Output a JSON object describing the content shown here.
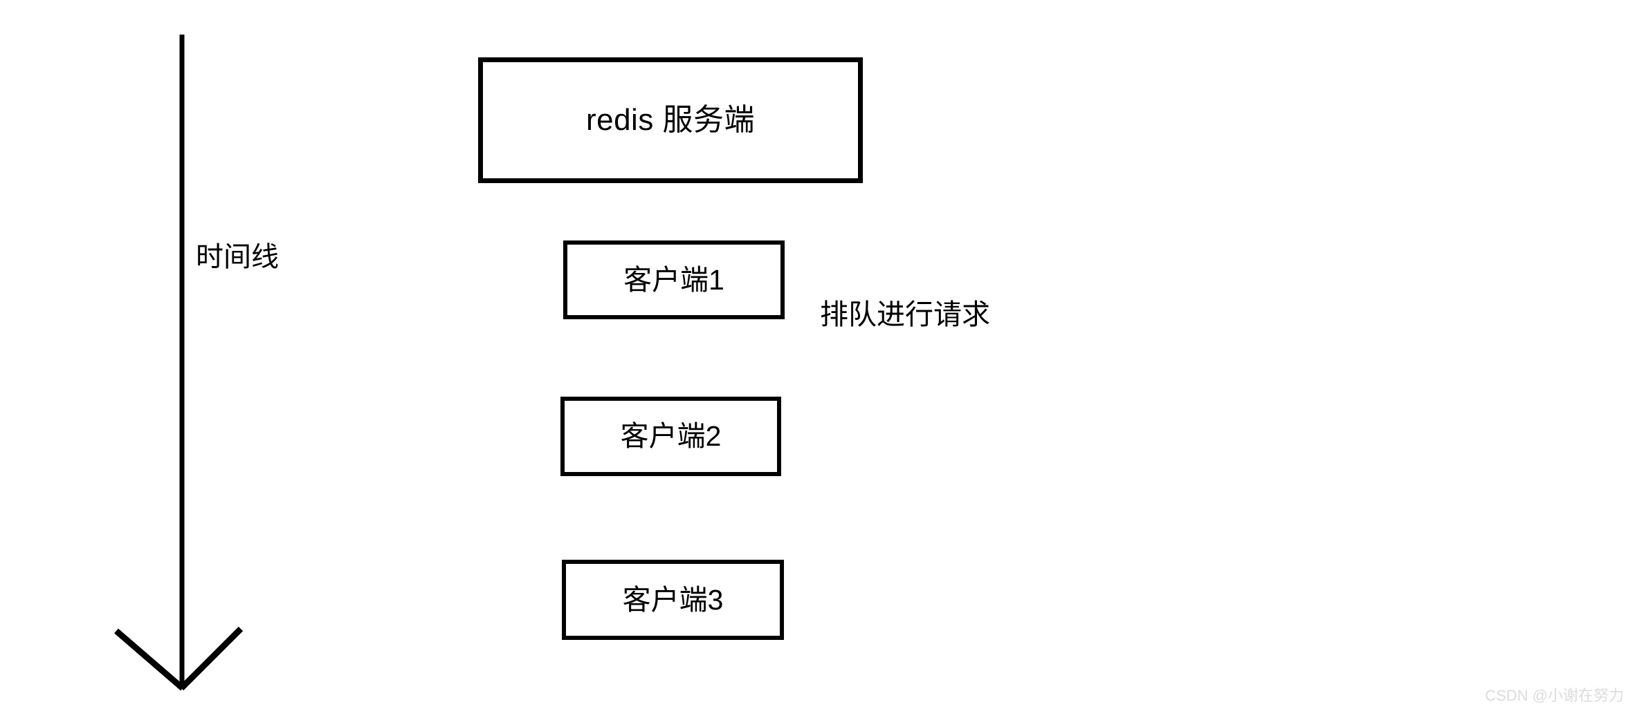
{
  "diagram": {
    "type": "sequence-timeline",
    "background_color": "#ffffff",
    "stroke_color": "#000000",
    "timeline": {
      "label": "时间线",
      "direction": "downward",
      "arrowhead": "open-v",
      "icon_name": "down-arrow-icon"
    },
    "nodes": [
      {
        "id": "redis-server",
        "label": "redis 服务端",
        "role": "server"
      },
      {
        "id": "client-1",
        "label": "客户端1",
        "role": "client"
      },
      {
        "id": "client-2",
        "label": "客户端2",
        "role": "client"
      },
      {
        "id": "client-3",
        "label": "客户端3",
        "role": "client"
      }
    ],
    "annotations": [
      {
        "id": "queue-note",
        "label": "排队进行请求"
      }
    ]
  },
  "watermark": {
    "text": "CSDN @小谢在努力",
    "color": "#dcdcdc"
  }
}
